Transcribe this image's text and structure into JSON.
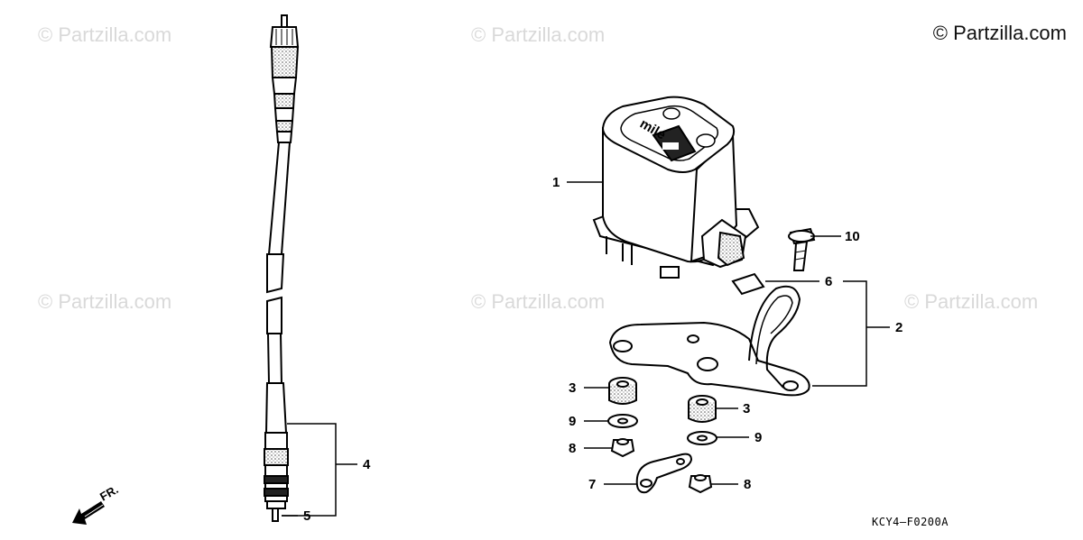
{
  "watermark": "© Partzilla.com",
  "copyright": "© Partzilla.com",
  "figure_code": "KCY4–F0200A",
  "direction_label": "FR.",
  "meter_label": "mile",
  "callouts": [
    "1",
    "10",
    "6",
    "2",
    "3",
    "9",
    "8",
    "3",
    "9",
    "7",
    "8",
    "4",
    "5"
  ]
}
